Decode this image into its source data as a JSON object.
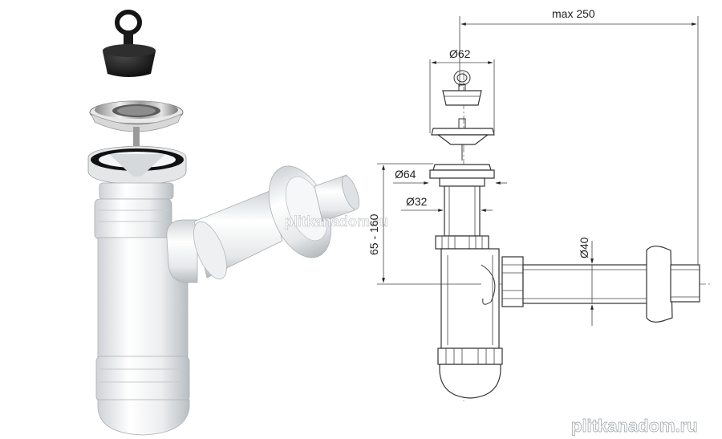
{
  "dimensions": {
    "max_length": "max 250",
    "stopper_diameter": "Ø62",
    "flange_diameter": "Ø64",
    "tailpiece_diameter": "Ø32",
    "outlet_diameter": "Ø40",
    "height_range": "65 - 160"
  },
  "watermarks": {
    "center": "plitkanadom.ru",
    "bottom_right": "plitkanadom.ru"
  },
  "colors": {
    "line": "#333333",
    "plastic": "#f2f2f2",
    "rubber": "#1a1a1a",
    "chrome": "#b8b8b8",
    "watermark": "#ffffff"
  }
}
